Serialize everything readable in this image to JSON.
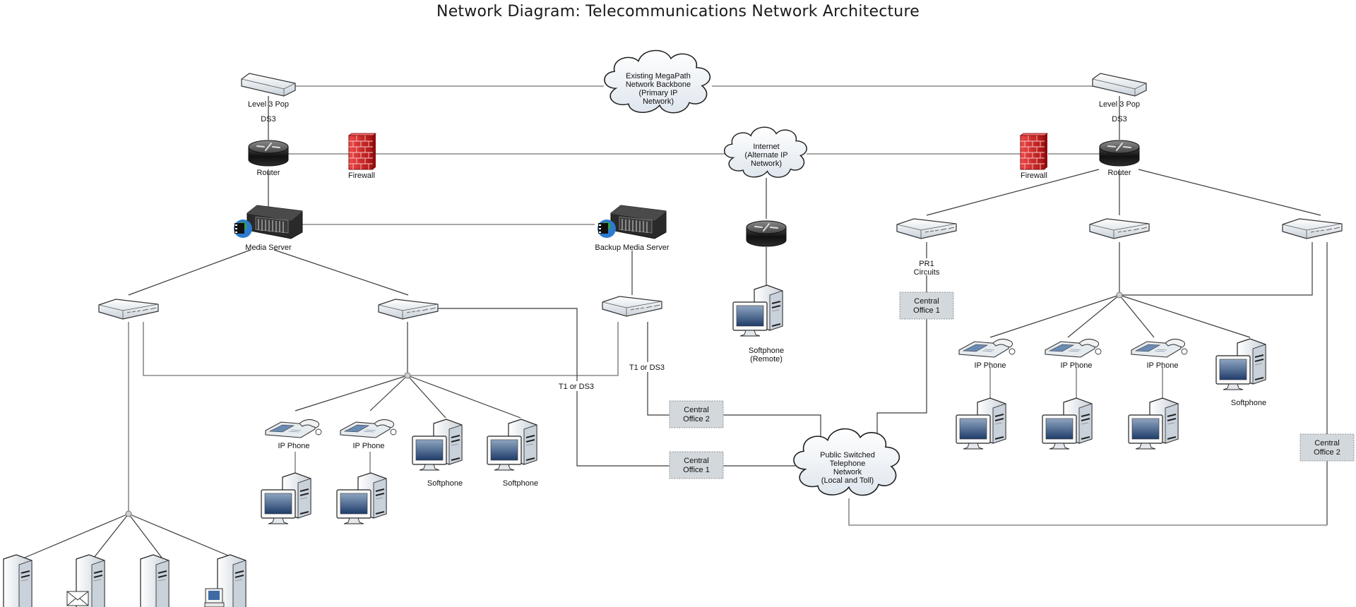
{
  "title": "Network Diagram: Telecommunications Network Architecture",
  "clouds": {
    "megapath": [
      "Existing MegaPath",
      "Network Backbone",
      "(Primary IP",
      "Network)"
    ],
    "internet": [
      "Internet",
      "(Alternate IP",
      "Network)"
    ],
    "pstn": [
      "Public Switched",
      "Telephone",
      "Network",
      "(Local and Toll)"
    ]
  },
  "nodes": {
    "pop_left": "Level 3 Pop",
    "pop_right": "Level 3 Pop",
    "ds3_left": "DS3",
    "ds3_right": "DS3",
    "router_left": "Router",
    "router_right": "Router",
    "firewall_left": "Firewall",
    "firewall_right": "Firewall",
    "media_server": "Media Server",
    "backup_media_server": "Backup Media Server",
    "softphone_remote": [
      "Softphone",
      "(Remote)"
    ],
    "pr1_circuits": [
      "PR1",
      "Circuits"
    ],
    "ip_phone": "IP Phone",
    "softphone": "Softphone"
  },
  "central_offices": {
    "co1_right": [
      "Central",
      "Office 1"
    ],
    "co2_mid": [
      "Central",
      "Office 2"
    ],
    "co1_mid": [
      "Central",
      "Office 1"
    ],
    "co2_right": [
      "Central",
      "Office 2"
    ]
  },
  "link_labels": {
    "t1_ds3_a": "T1 or DS3",
    "t1_ds3_b": "T1 or DS3"
  },
  "colors": {
    "firewall": "#d42a2a",
    "router": "#1c1c1c",
    "cloud_fill": "#eef2f6",
    "co_fill": "#d3d8dc",
    "screen": "#2f4f7f"
  }
}
